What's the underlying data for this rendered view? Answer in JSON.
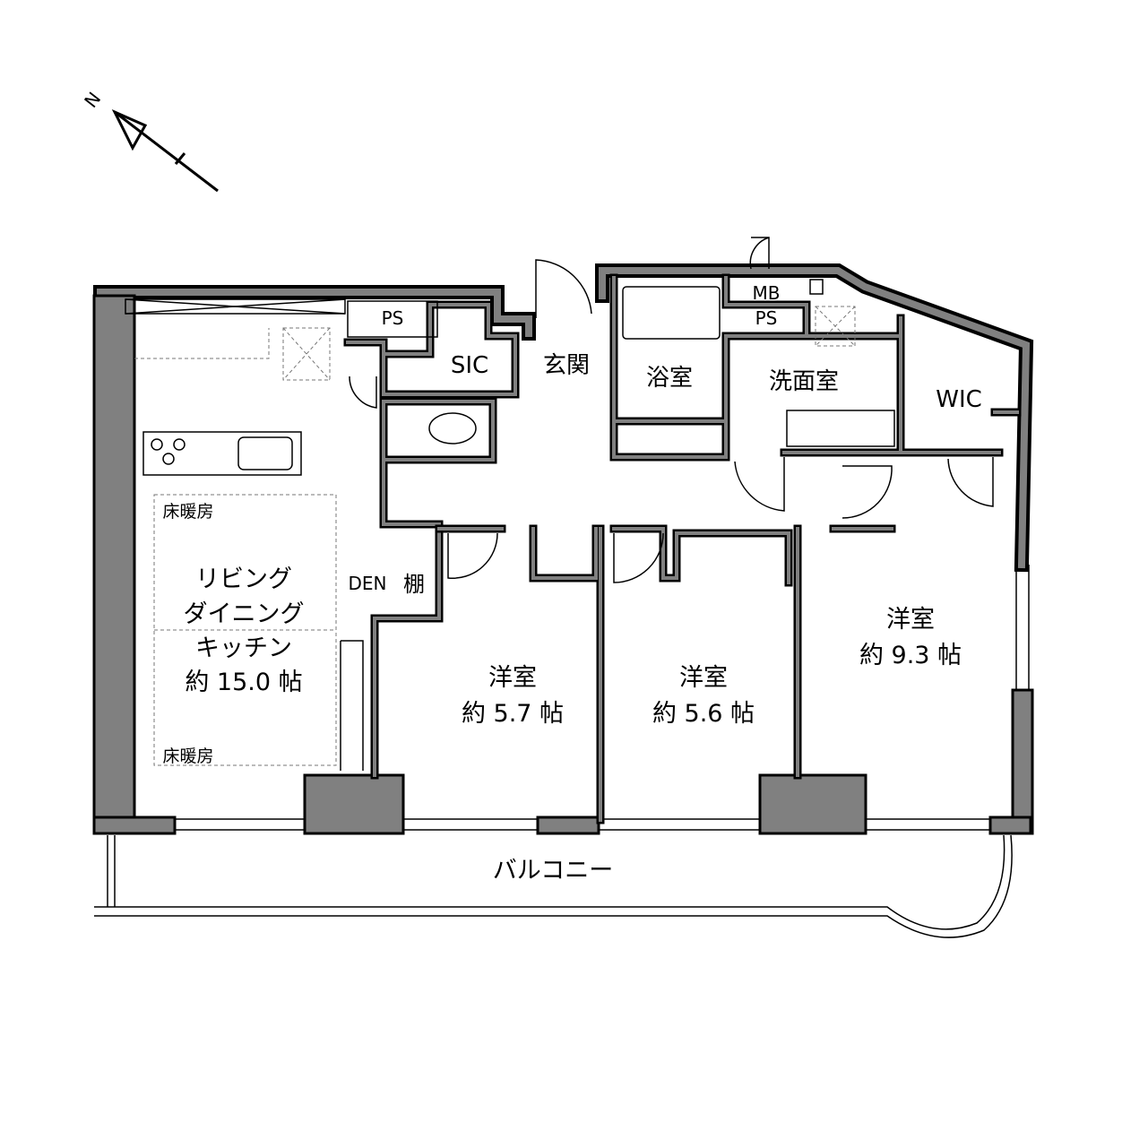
{
  "compass": {
    "north_label": "N"
  },
  "rooms": {
    "ps1": "PS",
    "sic": "SIC",
    "genkan": "玄関",
    "bath": "浴室",
    "mb": "MB",
    "ps2": "PS",
    "washroom": "洗面室",
    "wic": "WIC",
    "floor_heating_1": "床暖房",
    "floor_heating_2": "床暖房",
    "ldk": {
      "line1": "リビング",
      "line2": "ダイニング",
      "line3": "キッチン",
      "size": "約 15.0 帖"
    },
    "den": "DEN",
    "shelf": "棚",
    "bedroom1": {
      "name": "洋室",
      "size": "約 5.7 帖"
    },
    "bedroom2": {
      "name": "洋室",
      "size": "約 5.6 帖"
    },
    "bedroom3": {
      "name": "洋室",
      "size": "約 9.3 帖"
    },
    "balcony": "バルコニー"
  },
  "colors": {
    "wall": "#808080",
    "outline": "#000000"
  }
}
